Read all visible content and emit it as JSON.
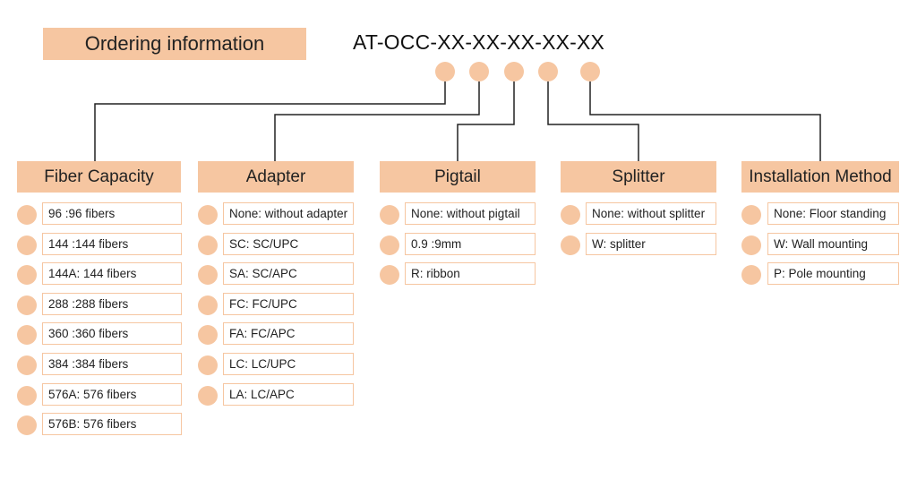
{
  "colors": {
    "accent": "#f6c6a1",
    "line": "#222222"
  },
  "title": "Ordering information",
  "model_code": "AT-OCC-XX-XX-XX-XX-XX",
  "groups": [
    {
      "label": "Fiber Capacity",
      "options": [
        "96 :96 fibers",
        "144 :144 fibers",
        "144A: 144 fibers",
        "288 :288 fibers",
        "360 :360 fibers",
        "384 :384 fibers",
        "576A: 576 fibers",
        "576B: 576 fibers"
      ]
    },
    {
      "label": "Adapter",
      "options": [
        "None: without adapter",
        "SC: SC/UPC",
        "SA: SC/APC",
        "FC: FC/UPC",
        "FA: FC/APC",
        "LC: LC/UPC",
        "LA: LC/APC"
      ]
    },
    {
      "label": "Pigtail",
      "options": [
        "None: without pigtail",
        "0.9 :9mm",
        "R: ribbon"
      ]
    },
    {
      "label": "Splitter",
      "options": [
        "None: without splitter",
        "W: splitter"
      ]
    },
    {
      "label": "Installation Method",
      "options": [
        "None: Floor standing",
        "W: Wall mounting",
        "P: Pole mounting"
      ]
    }
  ]
}
